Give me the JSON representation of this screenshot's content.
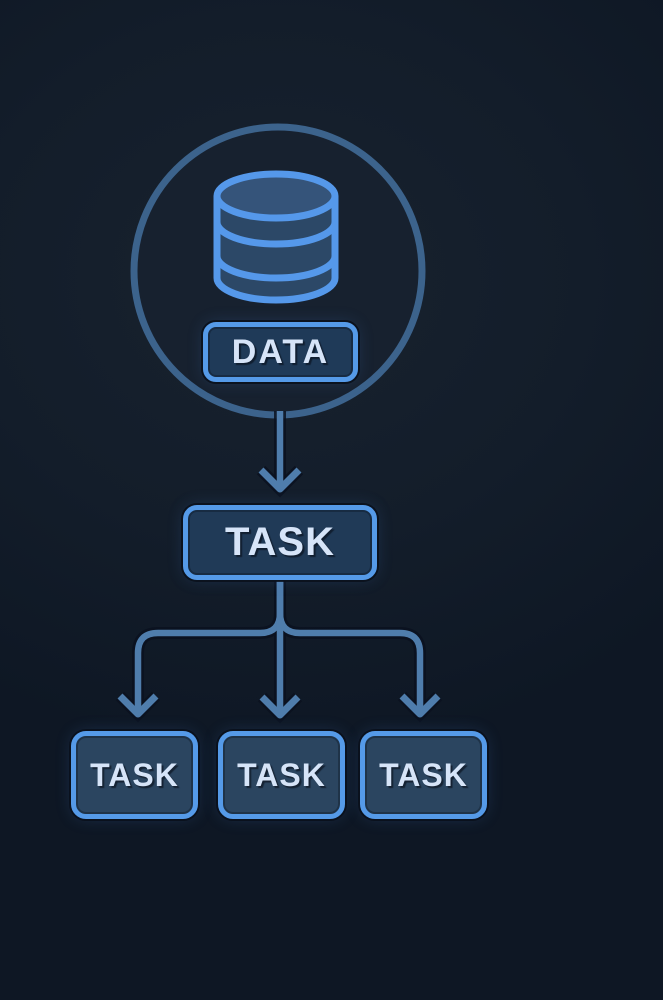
{
  "diagram": {
    "source": {
      "label": "DATA",
      "icon": "database-icon"
    },
    "root_task": {
      "label": "TASK"
    },
    "child_tasks": [
      {
        "label": "TASK"
      },
      {
        "label": "TASK"
      },
      {
        "label": "TASK"
      }
    ]
  },
  "colors": {
    "background": "#101a27",
    "accent_border": "#559ae8",
    "node_text": "#d6e4f8",
    "data_fill": "#1f3a58",
    "task_fill": "#203a57",
    "child_fill": "#2b4560",
    "connector": "#4f7dac",
    "connector_halo": "#0a1220",
    "circle_stroke": "#3c638c",
    "circle_fill": "#17212f",
    "db_stroke": "#5598ea",
    "db_body_fill": "#2c4867",
    "db_top_fill": "#35547a"
  }
}
